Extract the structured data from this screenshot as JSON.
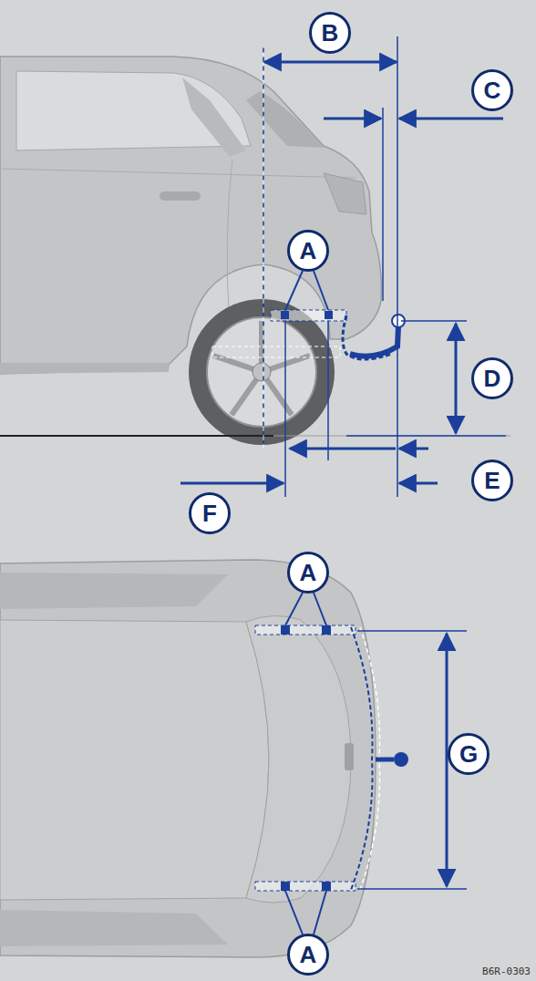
{
  "diagram": {
    "nodes": [
      {
        "text": [
          "B"
        ]
      },
      {
        "text": [
          "C"
        ]
      },
      {
        "text": [
          "A"
        ]
      },
      {
        "text": [
          "D"
        ]
      },
      {
        "text": [
          "E"
        ]
      },
      {
        "text": [
          "F"
        ]
      },
      {
        "text": [
          "A"
        ]
      },
      {
        "text": [
          "G"
        ]
      },
      {
        "text": [
          "A"
        ]
      }
    ],
    "labels": [
      "B6R-0303"
    ]
  }
}
